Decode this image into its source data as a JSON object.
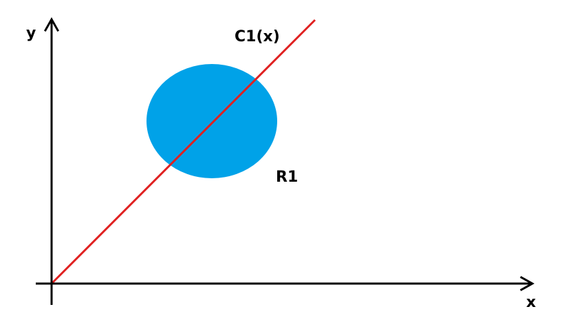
{
  "axes": {
    "x_label": "x",
    "y_label": "y",
    "color": "#000000"
  },
  "line": {
    "label": "C1(x)",
    "color": "#e02020"
  },
  "region": {
    "label": "R1",
    "color": "#00a2e8"
  }
}
